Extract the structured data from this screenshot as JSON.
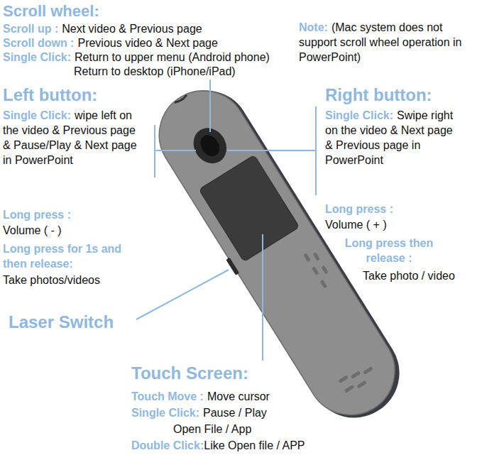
{
  "diagram": {
    "labels": [
      "Scroll wheel:",
      "Scroll up :",
      "Next video & Previous page",
      "Scroll down :",
      "Previous video & Next page",
      "Single Click:",
      "Return to upper menu (Android phone)",
      "Return to desktop (iPhone/iPad)",
      "Note:",
      "(Mac system does not support scroll wheel operation in PowerPoint)",
      "Left button:",
      "Single Click:",
      "wipe left on the video & Previous page & Pause/Play & Next page in PowerPoint",
      "Long press :",
      "Volume ( - )",
      "Long press for 1s and then release:",
      "Take photos/videos",
      "Right button:",
      "Single Click:",
      "Swipe right on the video & Next page & Previous page in PowerPoint",
      "Long press :",
      "Volume ( + )",
      "Long press then release :",
      "Take photo / video",
      "Laser Switch",
      "Touch Screen:",
      "Touch Move :",
      "Move cursor",
      "Single Click:",
      "Pause / Play",
      "Open File / App",
      "Double Click:",
      "Like Open file / APP"
    ]
  }
}
